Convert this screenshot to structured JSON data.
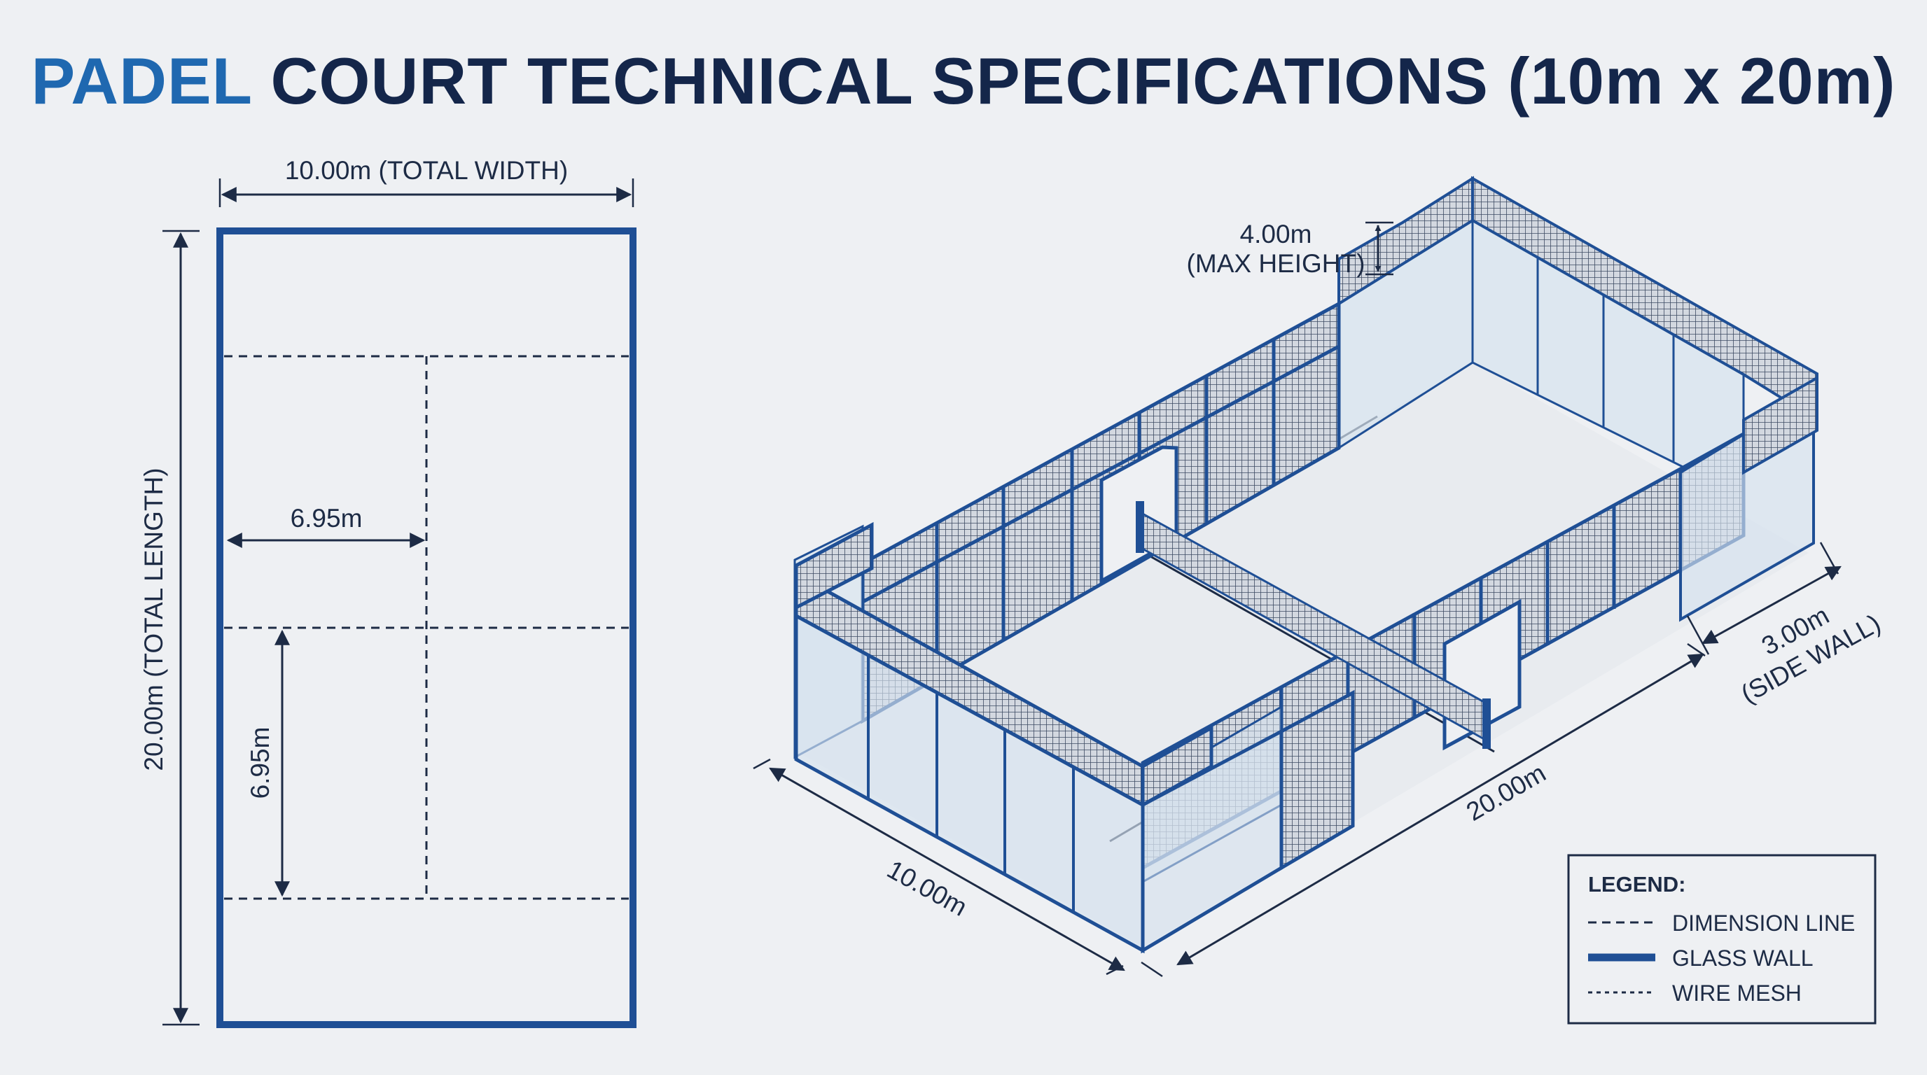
{
  "title": {
    "accent": "PADEL",
    "rest": "COURT TECHNICAL SPECIFICATIONS (10m x 20m)"
  },
  "plan": {
    "total_width": "10.00m (TOTAL WIDTH)",
    "total_length": "20.00m (TOTAL LENGTH)",
    "service_width": "6.95m",
    "service_length": "6.95m"
  },
  "iso": {
    "max_height_value": "4.00m",
    "max_height_label": "(MAX HEIGHT)",
    "side_wall_value": "3.00m",
    "side_wall_label": "(SIDE WALL)",
    "length": "20.00m",
    "width": "10.00m"
  },
  "legend": {
    "title": "LEGEND:",
    "items": [
      {
        "label": "DIMENSION LINE",
        "style": "dashed"
      },
      {
        "label": "GLASS WALL",
        "style": "solid-thick"
      },
      {
        "label": "WIRE MESH",
        "style": "dotted"
      }
    ]
  },
  "colors": {
    "accent": "#1f68b0",
    "frame": "#1f4f95",
    "ink": "#1d2b45",
    "background": "#eef0f3"
  }
}
